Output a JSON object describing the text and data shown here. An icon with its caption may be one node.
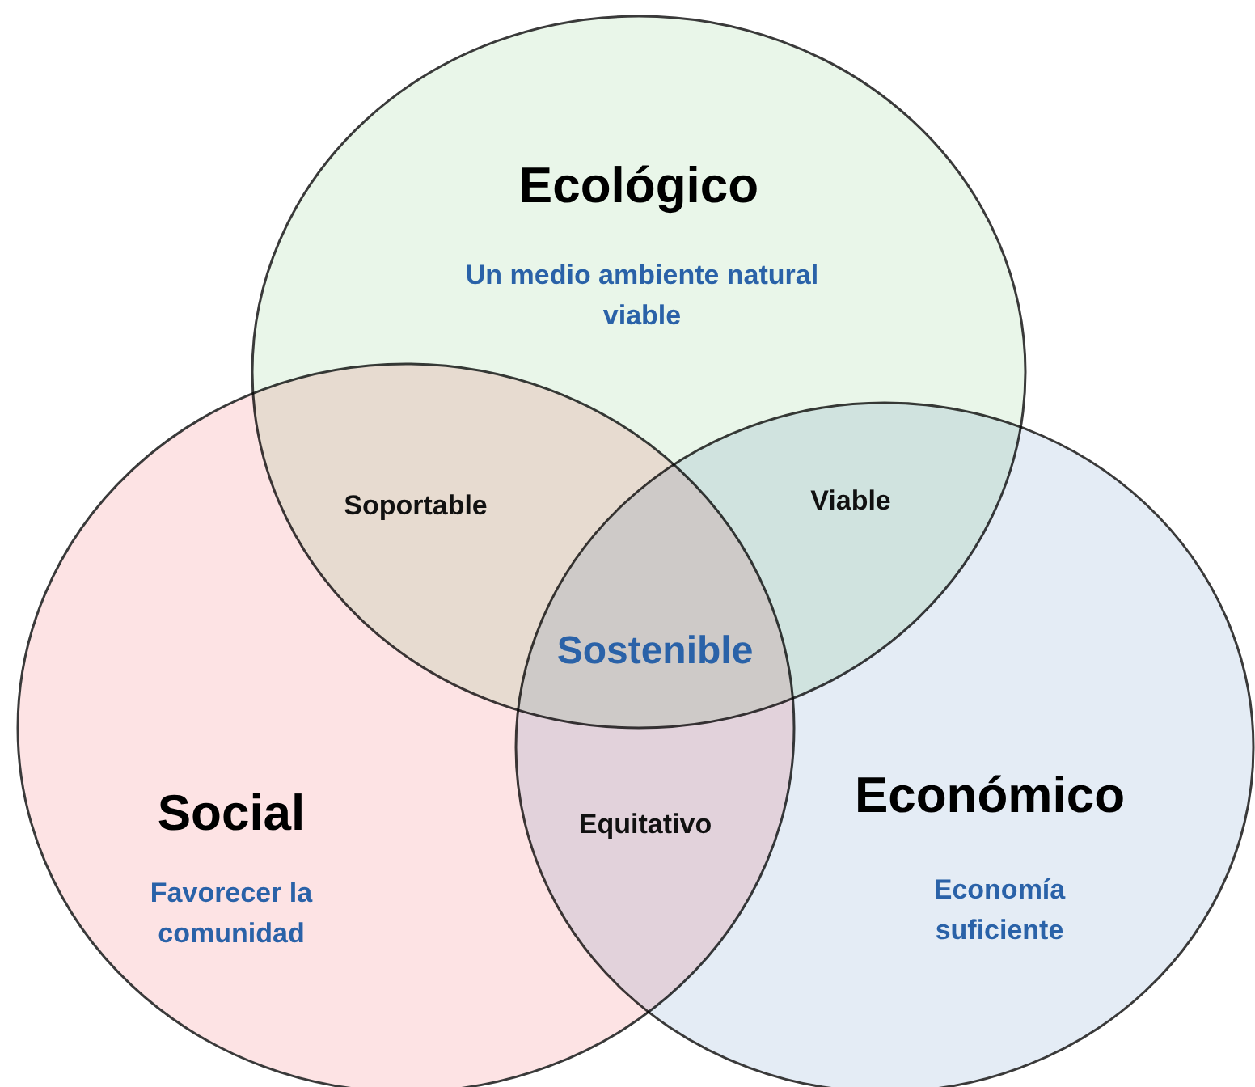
{
  "diagram": {
    "nodes": [
      {
        "text": [
          "Ecológico",
          "Un medio ambiente natural viable"
        ]
      },
      {
        "text": [
          "Social",
          "Favorecer la comunidad"
        ]
      },
      {
        "text": [
          "Económico",
          "Economía suficiente"
        ]
      }
    ],
    "labels": [
      "Soportable",
      "Viable",
      "Sostenible",
      "Equitativo"
    ]
  }
}
